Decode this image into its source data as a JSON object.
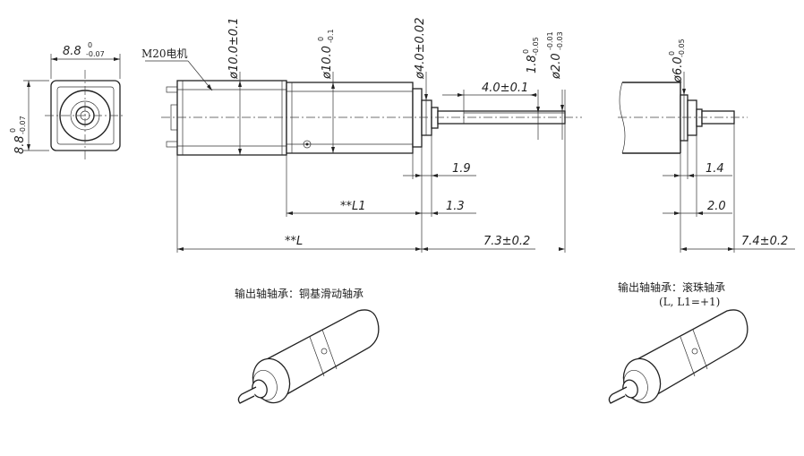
{
  "front_view": {
    "width_label": "8.8",
    "width_tol_upper": "0",
    "width_tol_lower": "-0.07",
    "height_label": "8.8",
    "height_tol_upper": "0",
    "height_tol_lower": "-0.07"
  },
  "side_view": {
    "motor_label": "M20电机",
    "dia_motor": "ø10.0±0.1",
    "dia_gearbox_main": "ø10.0",
    "dia_gearbox_tol_upper": "0",
    "dia_gearbox_tol_lower": "-0.1",
    "dia_boss": "ø4.0±0.02",
    "shaft_flat": "1.8",
    "shaft_flat_tol_upper": "0",
    "shaft_flat_tol_lower": "-0.05",
    "shaft_dia": "ø2.0",
    "shaft_dia_tol_upper": "-0.01",
    "shaft_dia_tol_lower": "-0.03",
    "flat_length": "4.0±0.1",
    "boss_len": "1.9",
    "flange_len": "1.3",
    "gearbox_len": "**L1",
    "total_len": "**L",
    "shaft_len": "7.3±0.2"
  },
  "ball_view": {
    "dia_boss": "ø6.0",
    "dia_boss_tol_upper": "0",
    "dia_boss_tol_lower": "-0.05",
    "boss_len": "1.4",
    "flange_len": "2.0",
    "shaft_len": "7.4±0.2"
  },
  "captions": {
    "left_caption": "输出轴轴承：铜基滑动轴承",
    "right_caption": "输出轴轴承：滚珠轴承",
    "right_note": "(L, L1=+1)"
  }
}
